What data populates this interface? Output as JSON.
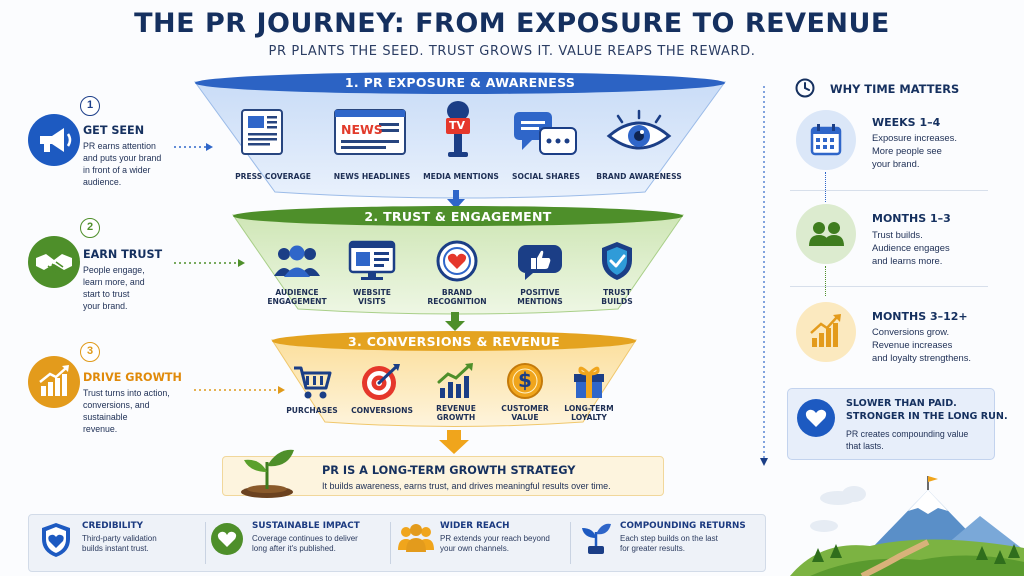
{
  "header": {
    "title": "THE PR JOURNEY: FROM EXPOSURE TO REVENUE",
    "subtitle": "PR PLANTS THE SEED. TRUST GROWS IT. VALUE REAPS THE REWARD."
  },
  "funnel": {
    "stage1": {
      "title": "1. PR EXPOSURE & AWARENESS",
      "items": [
        "PRESS COVERAGE",
        "NEWS HEADLINES",
        "MEDIA MENTIONS",
        "SOCIAL SHARES",
        "BRAND AWARENESS"
      ],
      "news_text": "NEWS",
      "tv_text": "TV"
    },
    "stage2": {
      "title": "2. TRUST & ENGAGEMENT",
      "items": [
        [
          "AUDIENCE",
          "ENGAGEMENT"
        ],
        [
          "WEBSITE",
          "VISITS"
        ],
        [
          "BRAND",
          "RECOGNITION"
        ],
        [
          "POSITIVE",
          "MENTIONS"
        ],
        [
          "TRUST",
          "BUILDS"
        ]
      ]
    },
    "stage3": {
      "title": "3. CONVERSIONS & REVENUE",
      "items": [
        [
          "PURCHASES",
          ""
        ],
        [
          "CONVERSIONS",
          ""
        ],
        [
          "REVENUE",
          "GROWTH"
        ],
        [
          "CUSTOMER",
          "VALUE"
        ],
        [
          "LONG-TERM",
          "LOYALTY"
        ]
      ],
      "dollar": "$"
    },
    "result": {
      "title": "PR IS A LONG-TERM GROWTH STRATEGY",
      "text": "It builds awareness, earns trust, and drives meaningful results over time."
    }
  },
  "steps": [
    {
      "num": "1",
      "title": "GET SEEN",
      "lines": [
        "PR earns attention",
        "and puts your brand",
        "in front of a wider",
        "audience."
      ]
    },
    {
      "num": "2",
      "title": "EARN TRUST",
      "lines": [
        "People engage,",
        "learn more, and",
        "start to trust",
        "your brand."
      ]
    },
    {
      "num": "3",
      "title": "DRIVE GROWTH",
      "lines": [
        "Trust turns into action,",
        "conversions, and",
        "sustainable",
        "revenue."
      ]
    }
  ],
  "timeline": {
    "title": "WHY TIME MATTERS",
    "phases": [
      {
        "title": "WEEKS 1–4",
        "lines": [
          "Exposure increases.",
          "More people see",
          "your brand."
        ]
      },
      {
        "title": "MONTHS 1–3",
        "lines": [
          "Trust builds.",
          "Audience engages",
          "and learns more."
        ]
      },
      {
        "title": "MONTHS 3–12+",
        "lines": [
          "Conversions grow.",
          "Revenue increases",
          "and loyalty strengthens."
        ]
      }
    ],
    "callout": {
      "title_lines": [
        "SLOWER THAN PAID.",
        "STRONGER IN THE LONG RUN."
      ],
      "lines": [
        "PR creates compounding value",
        "that lasts."
      ]
    }
  },
  "benefits": [
    {
      "title": "CREDIBILITY",
      "lines": [
        "Third-party validation",
        "builds instant trust."
      ]
    },
    {
      "title": "SUSTAINABLE IMPACT",
      "lines": [
        "Coverage continues to deliver",
        "long after it's published."
      ]
    },
    {
      "title": "WIDER REACH",
      "lines": [
        "PR extends your reach beyond",
        "your own channels."
      ]
    },
    {
      "title": "COMPOUNDING RETURNS",
      "lines": [
        "Each step builds on the last",
        "for greater results."
      ]
    }
  ],
  "colors": {
    "navy": "#15305f",
    "blue": "#2f66c9",
    "green": "#4e8f2a",
    "orange": "#e09a1a"
  }
}
